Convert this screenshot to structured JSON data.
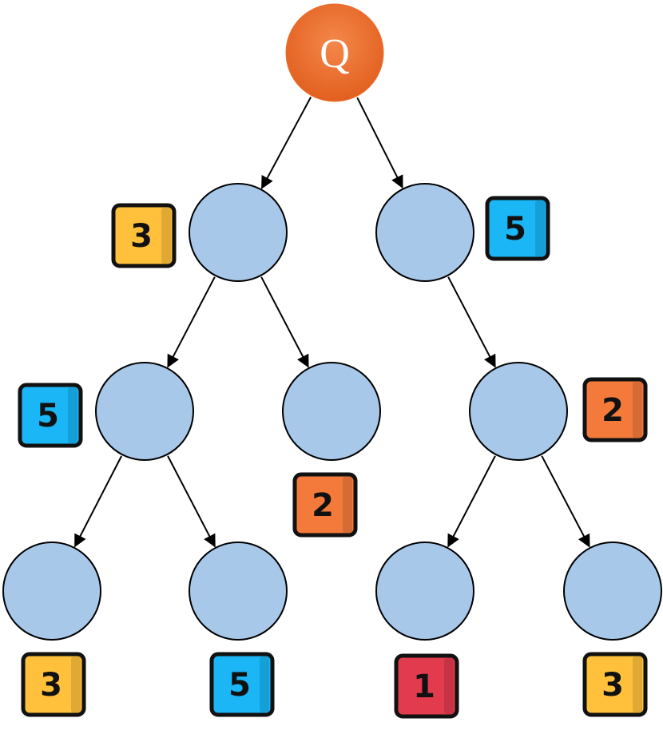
{
  "root": {
    "label": "Q",
    "color": "#EE6A2A"
  },
  "node_fill": "#A8C8EA",
  "badge_colors": {
    "yellow": "#FFC13B",
    "blue": "#1AB6F5",
    "orange": "#F47A3C",
    "red": "#E23B4E"
  },
  "nodes": [
    {
      "id": "L1a",
      "badge": "3",
      "badge_color": "yellow"
    },
    {
      "id": "L1b",
      "badge": "5",
      "badge_color": "blue"
    },
    {
      "id": "L2a",
      "badge": "5",
      "badge_color": "blue"
    },
    {
      "id": "L2b",
      "badge": "2",
      "badge_color": "orange"
    },
    {
      "id": "L2c",
      "badge": "2",
      "badge_color": "orange"
    },
    {
      "id": "L3a",
      "badge": "3",
      "badge_color": "yellow"
    },
    {
      "id": "L3b",
      "badge": "5",
      "badge_color": "blue"
    },
    {
      "id": "L3c",
      "badge": "1",
      "badge_color": "red"
    },
    {
      "id": "L3d",
      "badge": "3",
      "badge_color": "yellow"
    }
  ],
  "edges": [
    [
      "Q",
      "L1a"
    ],
    [
      "Q",
      "L1b"
    ],
    [
      "L1a",
      "L2a"
    ],
    [
      "L1a",
      "L2b"
    ],
    [
      "L1b",
      "L2c"
    ],
    [
      "L2a",
      "L3a"
    ],
    [
      "L2a",
      "L3b"
    ],
    [
      "L2c",
      "L3c"
    ],
    [
      "L2c",
      "L3d"
    ]
  ]
}
